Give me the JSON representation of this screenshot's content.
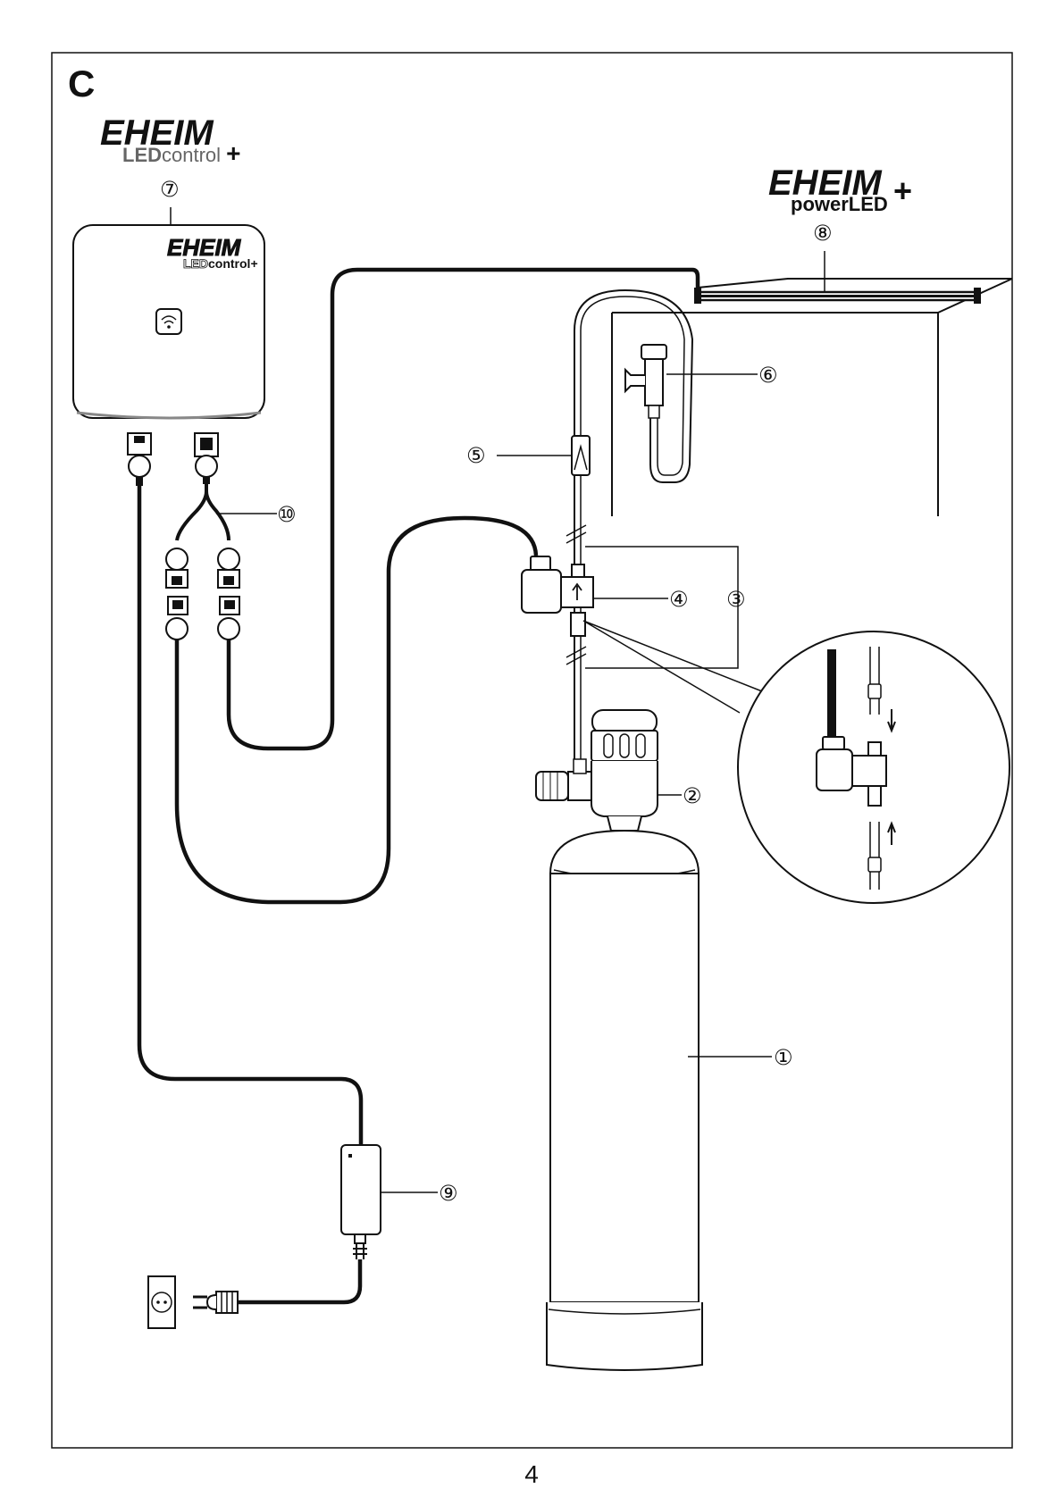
{
  "figure": {
    "section_letter": "C",
    "page_number": "4"
  },
  "logos": {
    "ledcontrol": {
      "brand": "EHEIM",
      "product_bold": "LED",
      "product_rest": "control",
      "plus": "+"
    },
    "powerled": {
      "brand": "EHEIM",
      "product": "powerLED",
      "plus": "+"
    }
  },
  "device_panel": {
    "brand": "EHEIM",
    "product_bold": "LED",
    "product_rest": "control+",
    "icon": "wifi-icon"
  },
  "callouts": [
    {
      "id": "1",
      "label": "①"
    },
    {
      "id": "2",
      "label": "②"
    },
    {
      "id": "3",
      "label": "③"
    },
    {
      "id": "4",
      "label": "④"
    },
    {
      "id": "5",
      "label": "⑤"
    },
    {
      "id": "6",
      "label": "⑥"
    },
    {
      "id": "7",
      "label": "⑦"
    },
    {
      "id": "8",
      "label": "⑧"
    },
    {
      "id": "9",
      "label": "⑨"
    },
    {
      "id": "10",
      "label": "⑩"
    }
  ],
  "colors": {
    "ink": "#111111",
    "background": "#ffffff"
  }
}
